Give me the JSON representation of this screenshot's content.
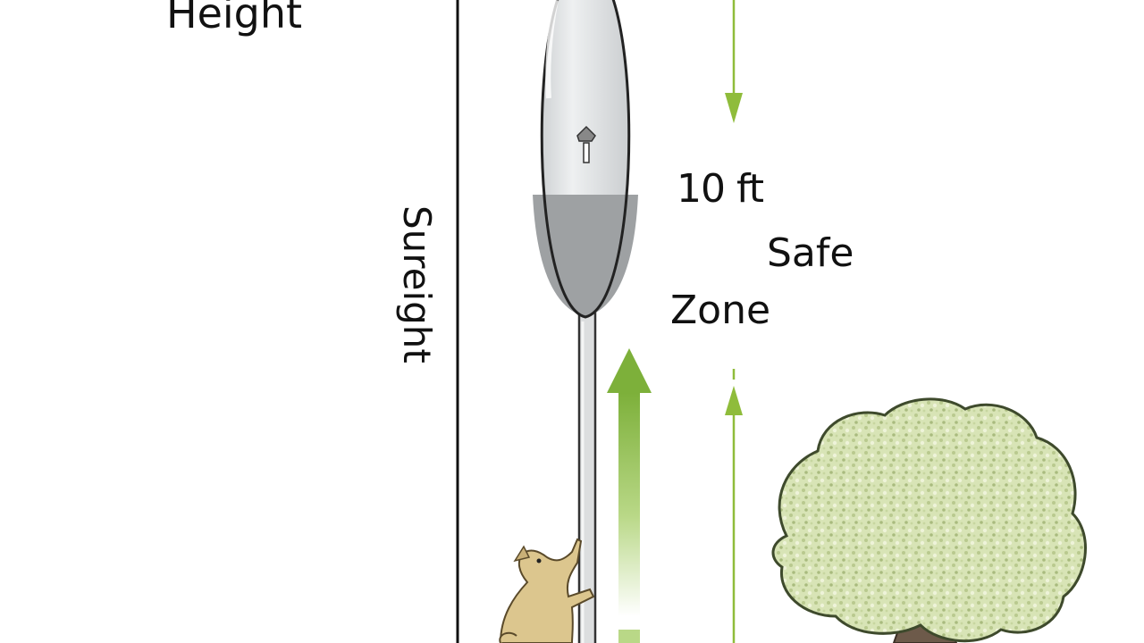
{
  "labels": {
    "height": "Height",
    "side_vertical": "Sureight",
    "distance": "10 ft",
    "safe": "Safe",
    "zone": "Zone"
  },
  "colors": {
    "arrow_green": "#8fbc3b",
    "baffle_light": "#e6e8ea",
    "baffle_dark": "#9c9fa1",
    "pole": "#d8dadb",
    "squirrel": "#d9c48c",
    "tree_foliage": "#d6e2b4",
    "trunk": "#6d5a4a"
  },
  "icons": [
    "baffle-icon",
    "pole-icon",
    "squirrel-icon",
    "tree-icon",
    "arrow-up-icon",
    "arrow-down-icon"
  ]
}
